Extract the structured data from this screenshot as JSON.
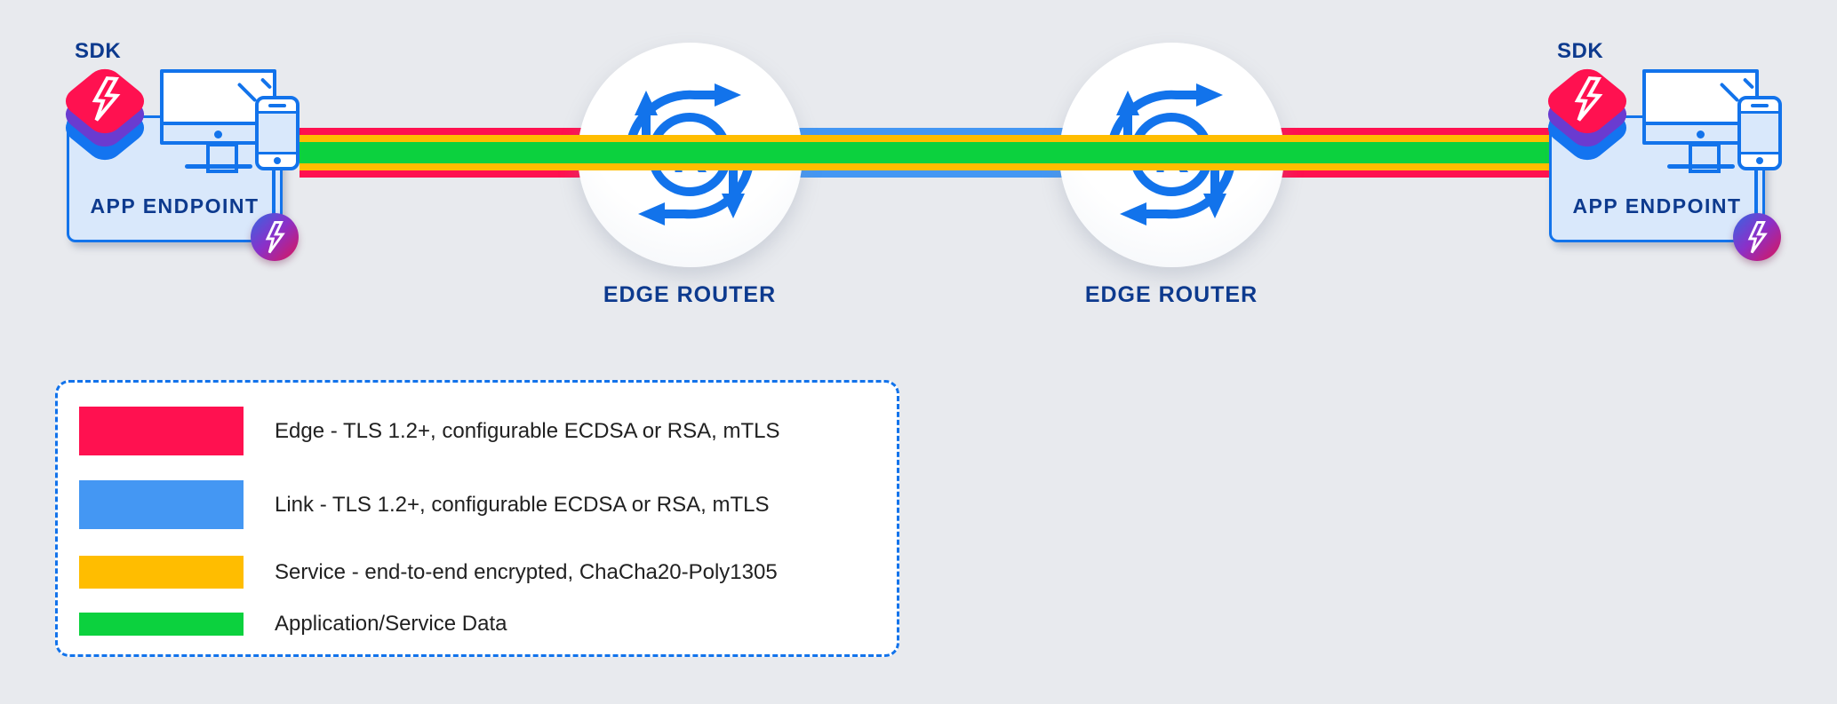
{
  "colors": {
    "background": "#e8eaee",
    "edge": "#ff1150",
    "link": "#4497f3",
    "service": "#ffbd00",
    "data": "#0cd13e",
    "outline_blue": "#1273eb",
    "fill_light_blue": "#d9e8fb",
    "navy_text": "#0d3a8e",
    "legend_text": "#212121",
    "stack_red": "#ff1150",
    "stack_purple": "#6a3bd0",
    "stack_blue": "#1374f0",
    "badge_gradient_start": "#3468e2",
    "badge_gradient_mid": "#8a30c9",
    "badge_gradient_end": "#dc1558"
  },
  "endpoints": {
    "left": {
      "sdk_label": "SDK",
      "label": "APP ENDPOINT"
    },
    "right": {
      "sdk_label": "SDK",
      "label": "APP ENDPOINT"
    }
  },
  "routers": {
    "icon_letter": "R",
    "left": {
      "label": "EDGE ROUTER"
    },
    "right": {
      "label": "EDGE ROUTER"
    }
  },
  "legend": {
    "items": [
      {
        "color": "#ff1150",
        "label": "Edge - TLS 1.2+, configurable ECDSA or RSA, mTLS"
      },
      {
        "color": "#4497f3",
        "label": "Link - TLS 1.2+, configurable ECDSA or RSA, mTLS"
      },
      {
        "color": "#ffbd00",
        "label": "Service - end-to-end encrypted, ChaCha20-Poly1305"
      },
      {
        "color": "#0cd13e",
        "label": "Application/Service Data"
      }
    ]
  },
  "icons": {
    "sdk_stack": "layered-sdk-icon",
    "bolt": "lightning-bolt-icon",
    "router": "circular-arrows-router-icon",
    "monitor": "desktop-monitor-icon",
    "phone": "smartphone-icon",
    "badge": "bolt-badge-icon"
  }
}
